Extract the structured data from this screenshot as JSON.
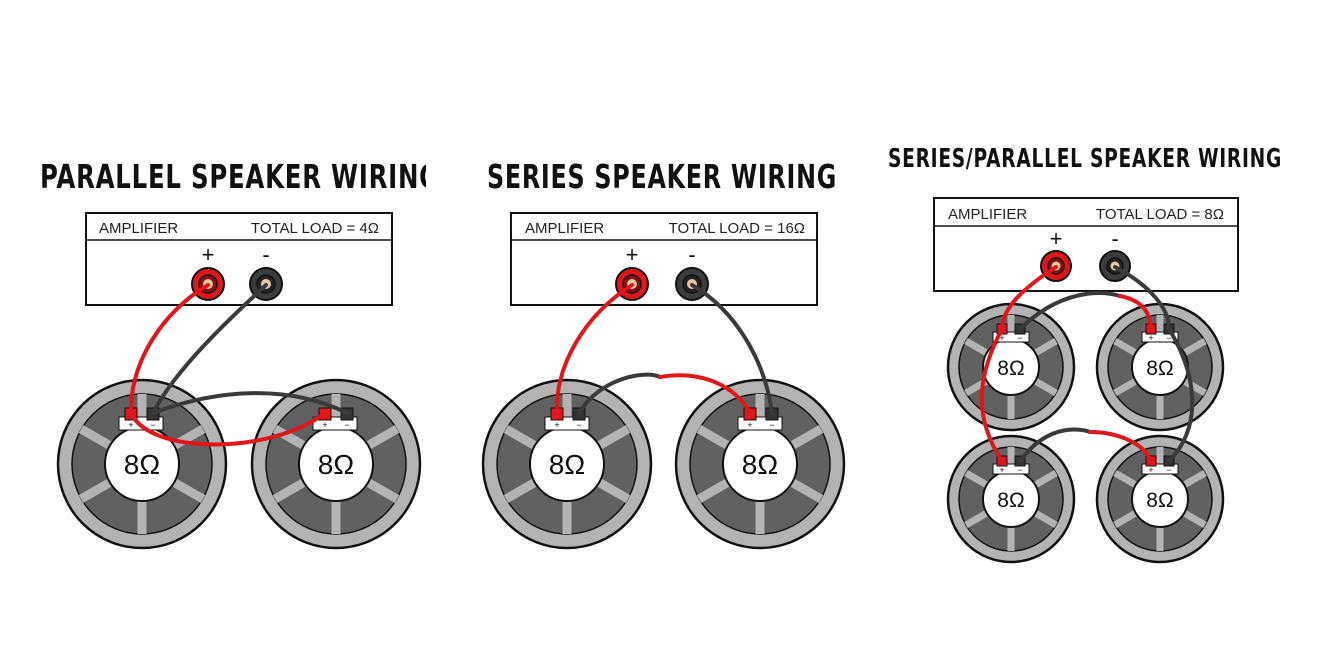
{
  "colors": {
    "red_wire": "#e0161b",
    "black_wire": "#3a3a3a",
    "speaker_ring": "#b3b3b3",
    "speaker_pad": "#616161",
    "outline": "#111111"
  },
  "panels": [
    {
      "title": "PARALLEL SPEAKER WIRING",
      "amplifier": {
        "label": "AMPLIFIER",
        "total_load": "TOTAL LOAD = 4Ω",
        "plus": "+",
        "minus": "-"
      },
      "speakers": [
        {
          "impedance": "8Ω",
          "plus": "+",
          "minus": "−"
        },
        {
          "impedance": "8Ω",
          "plus": "+",
          "minus": "−"
        }
      ]
    },
    {
      "title": "SERIES SPEAKER WIRING",
      "amplifier": {
        "label": "AMPLIFIER",
        "total_load": "TOTAL LOAD = 16Ω",
        "plus": "+",
        "minus": "-"
      },
      "speakers": [
        {
          "impedance": "8Ω",
          "plus": "+",
          "minus": "−"
        },
        {
          "impedance": "8Ω",
          "plus": "+",
          "minus": "−"
        }
      ]
    },
    {
      "title": "SERIES/PARALLEL SPEAKER WIRING",
      "amplifier": {
        "label": "AMPLIFIER",
        "total_load": "TOTAL LOAD = 8Ω",
        "plus": "+",
        "minus": "-"
      },
      "speakers": [
        {
          "impedance": "8Ω",
          "plus": "+",
          "minus": "−"
        },
        {
          "impedance": "8Ω",
          "plus": "+",
          "minus": "−"
        },
        {
          "impedance": "8Ω",
          "plus": "+",
          "minus": "−"
        },
        {
          "impedance": "8Ω",
          "plus": "+",
          "minus": "−"
        }
      ]
    }
  ]
}
